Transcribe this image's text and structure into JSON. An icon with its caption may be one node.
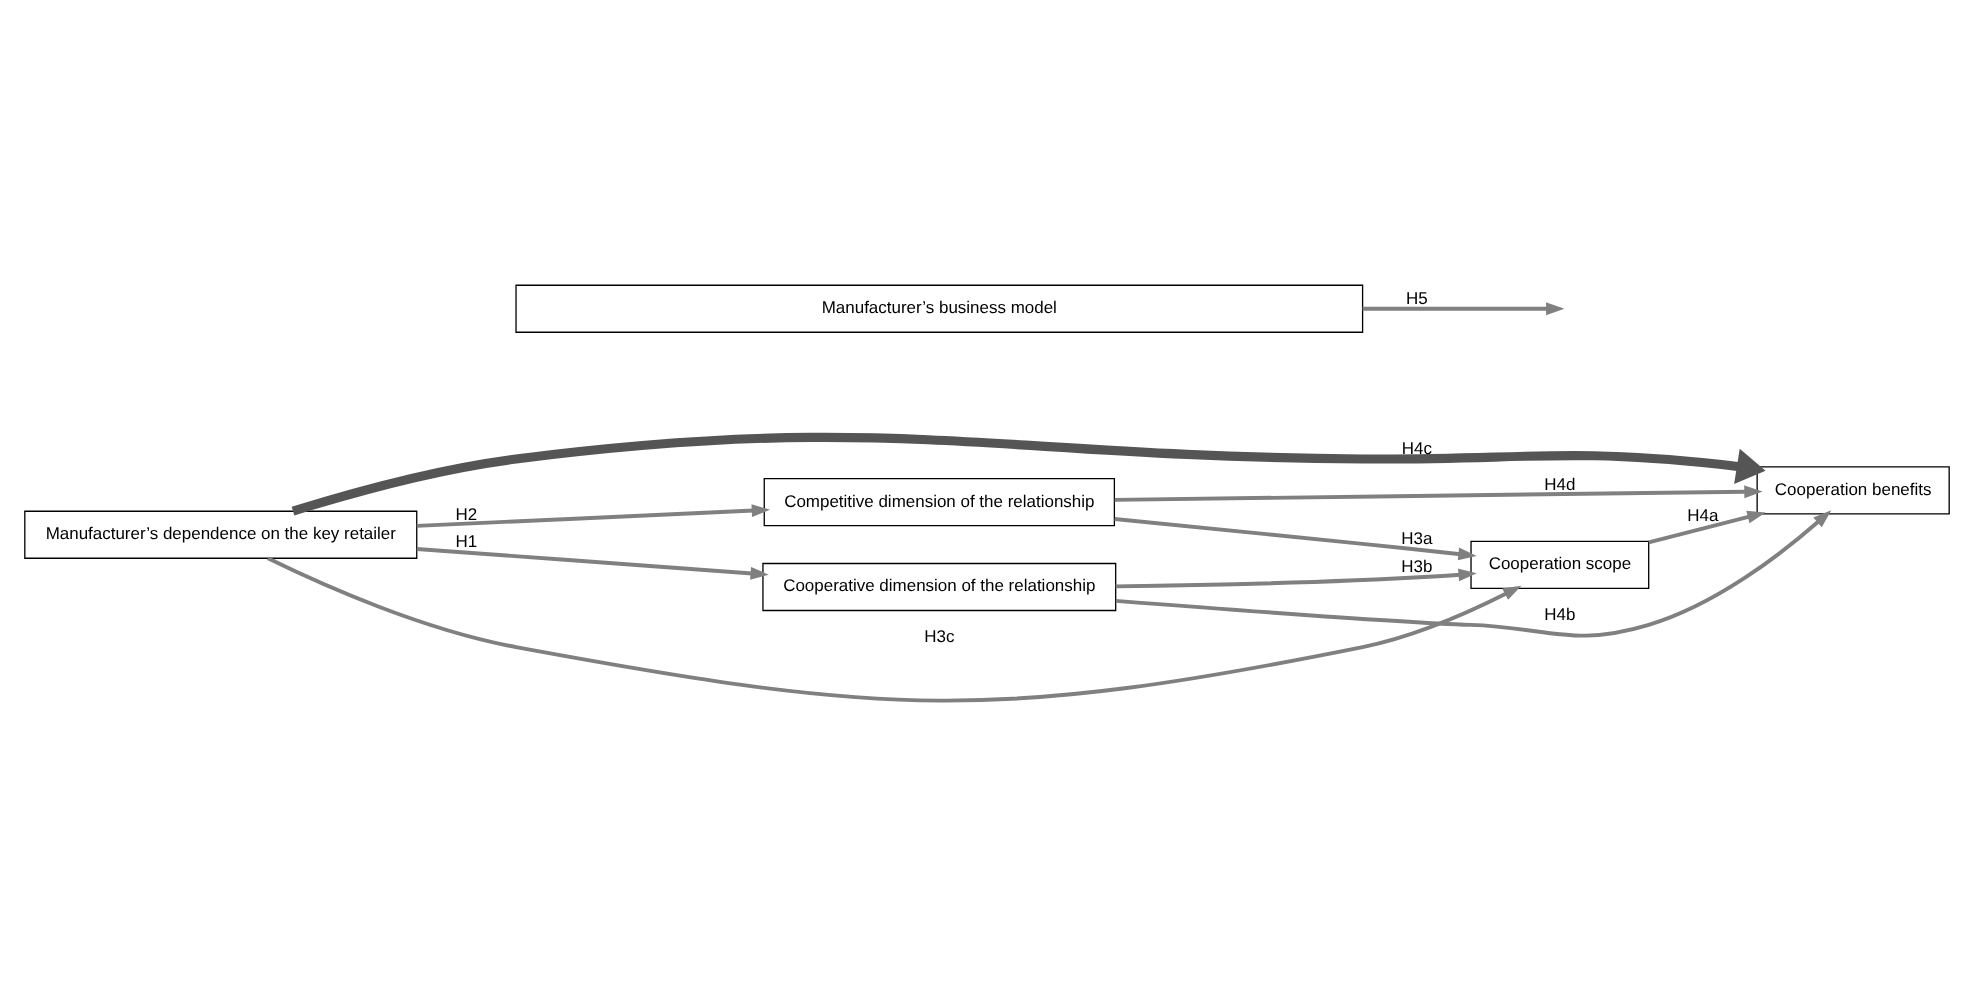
{
  "diagram": {
    "nodes": [
      {
        "text": [
          "Manufacturer’s dependence on the key retailer"
        ]
      },
      {
        "text": [
          "Competitive dimension of the relationship"
        ]
      },
      {
        "text": [
          "Cooperative dimension of the relationship"
        ]
      },
      {
        "text": [
          "Cooperation scope"
        ]
      },
      {
        "text": [
          "Cooperation benefits"
        ]
      },
      {
        "text": [
          "Manufacturer’s business model"
        ]
      }
    ],
    "edges": [
      {
        "from": 0,
        "to": 4,
        "arrow": "to",
        "label": "H4c",
        "style": "thick",
        "color": "#555555"
      },
      {
        "from": 0,
        "to": 1,
        "arrow": "to",
        "label": "H2"
      },
      {
        "from": 1,
        "to": 4,
        "arrow": "to",
        "label": "H4d"
      },
      {
        "from": 1,
        "to": 3,
        "arrow": "to",
        "label": "H3a"
      },
      {
        "from": 0,
        "to": 3,
        "arrow": "to",
        "label": "H3c"
      },
      {
        "from": 3,
        "to": 4,
        "arrow": "to",
        "label": "H4a"
      },
      {
        "from": 0,
        "to": 2,
        "arrow": "to",
        "label": "H1"
      },
      {
        "from": 2,
        "to": 3,
        "arrow": "to",
        "label": "H3b"
      },
      {
        "from": 2,
        "to": 4,
        "arrow": "to",
        "label": "H4b"
      },
      {
        "from": 5,
        "to": null,
        "arrow": "to",
        "label": "H5"
      }
    ]
  }
}
